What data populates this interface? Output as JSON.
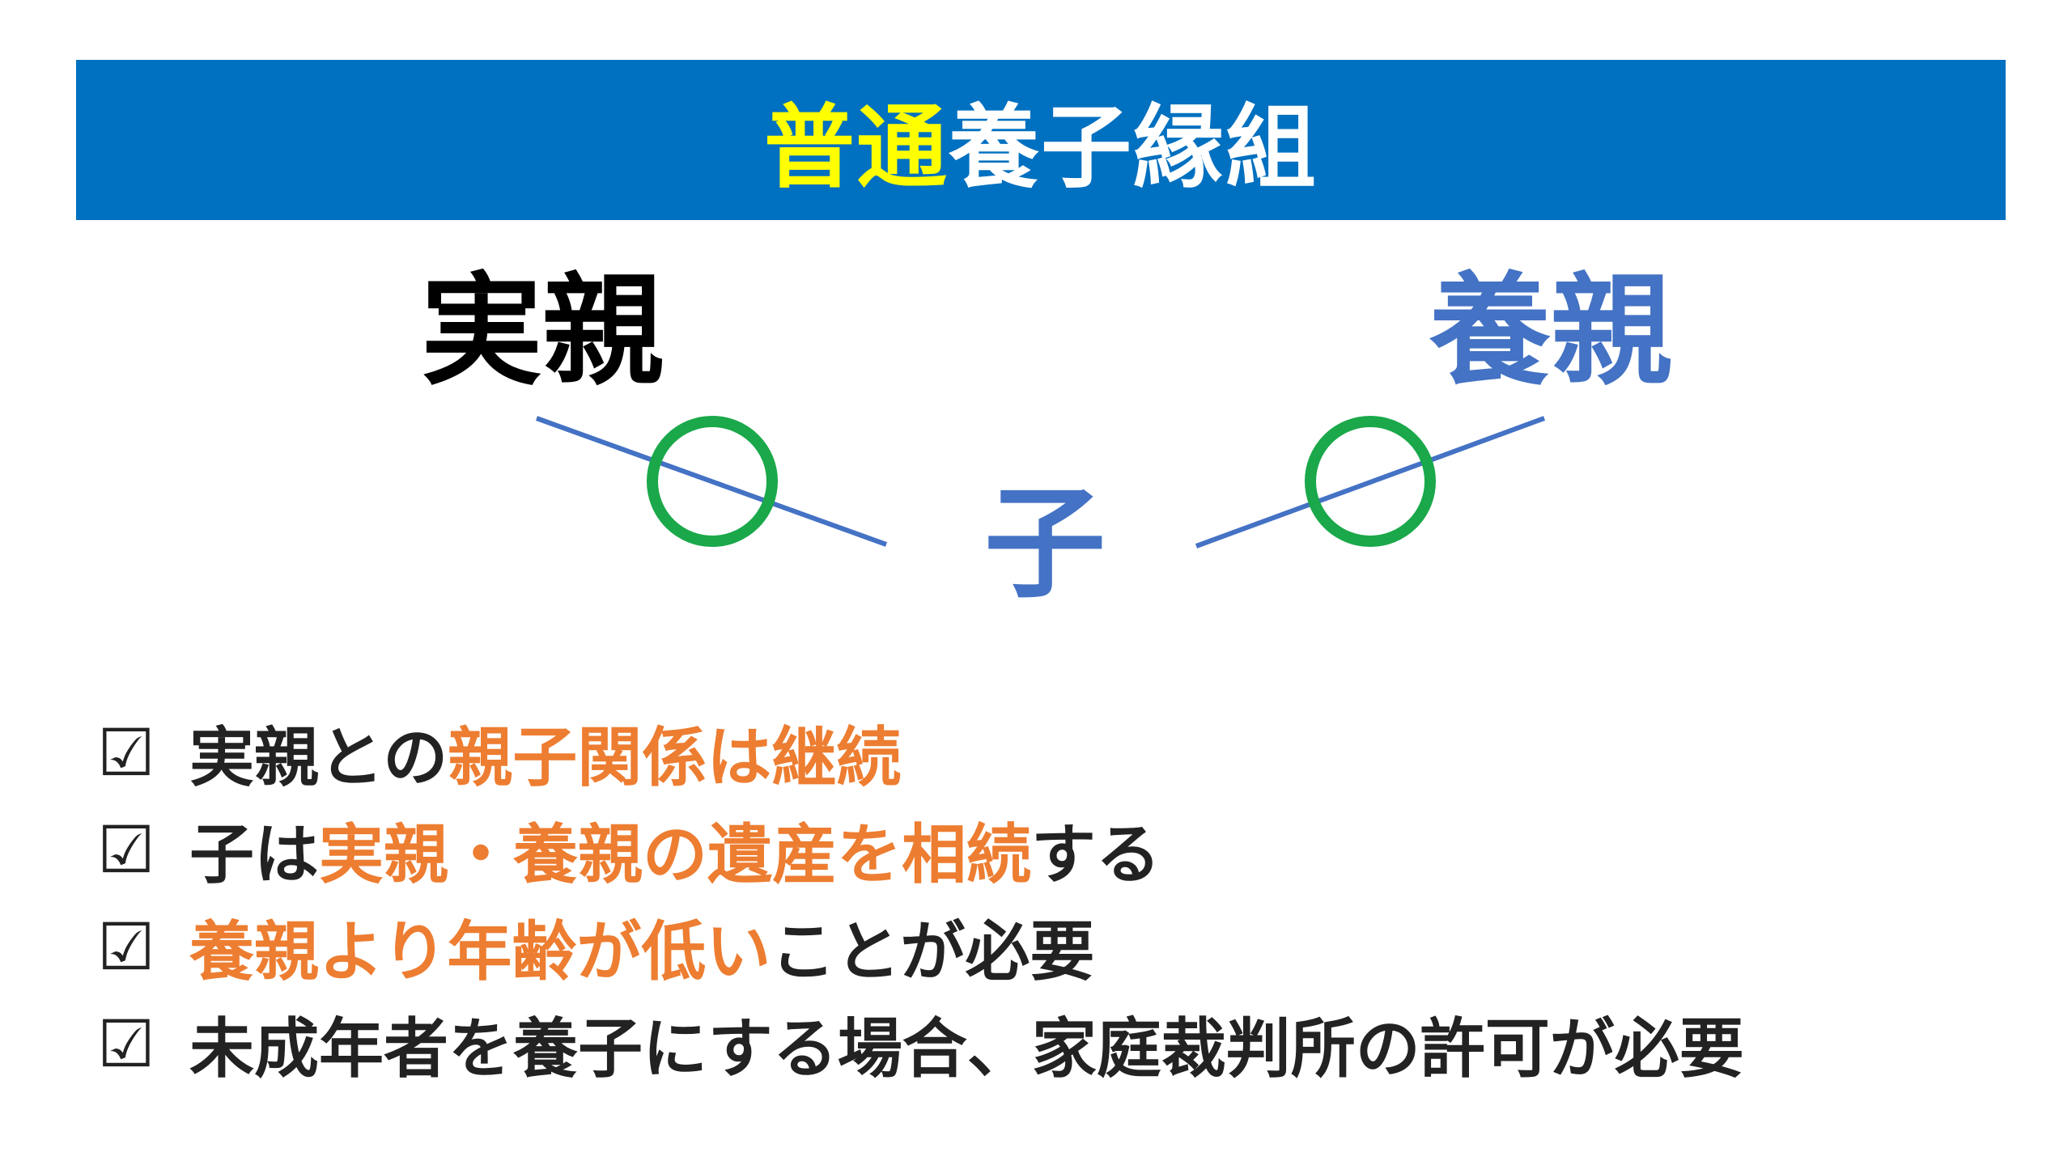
{
  "title": {
    "highlight": "普通",
    "rest": "養子縁組",
    "highlight_color": "#ffff00",
    "bar_color": "#0070c0"
  },
  "diagram": {
    "real_parent": "実親",
    "adoptive_parent": "養親",
    "child": "子",
    "line_color": "#4472c4",
    "circle_color": "#1aa84a"
  },
  "bullets": [
    {
      "checkbox": "☑",
      "parts": [
        {
          "text": "実親との",
          "orange": false
        },
        {
          "text": "親子関係は継続",
          "orange": true
        }
      ]
    },
    {
      "checkbox": "☑",
      "parts": [
        {
          "text": "子は",
          "orange": false
        },
        {
          "text": "実親・養親の遺産を相続",
          "orange": true
        },
        {
          "text": "する",
          "orange": false
        }
      ]
    },
    {
      "checkbox": "☑",
      "parts": [
        {
          "text": "養親より年齢が低い",
          "orange": true
        },
        {
          "text": "ことが必要",
          "orange": false
        }
      ]
    },
    {
      "checkbox": "☑",
      "parts": [
        {
          "text": "未成年者を養子にする場合、家庭裁判所の許可が必要",
          "orange": false
        }
      ]
    }
  ],
  "accent_color": "#ed7d31"
}
